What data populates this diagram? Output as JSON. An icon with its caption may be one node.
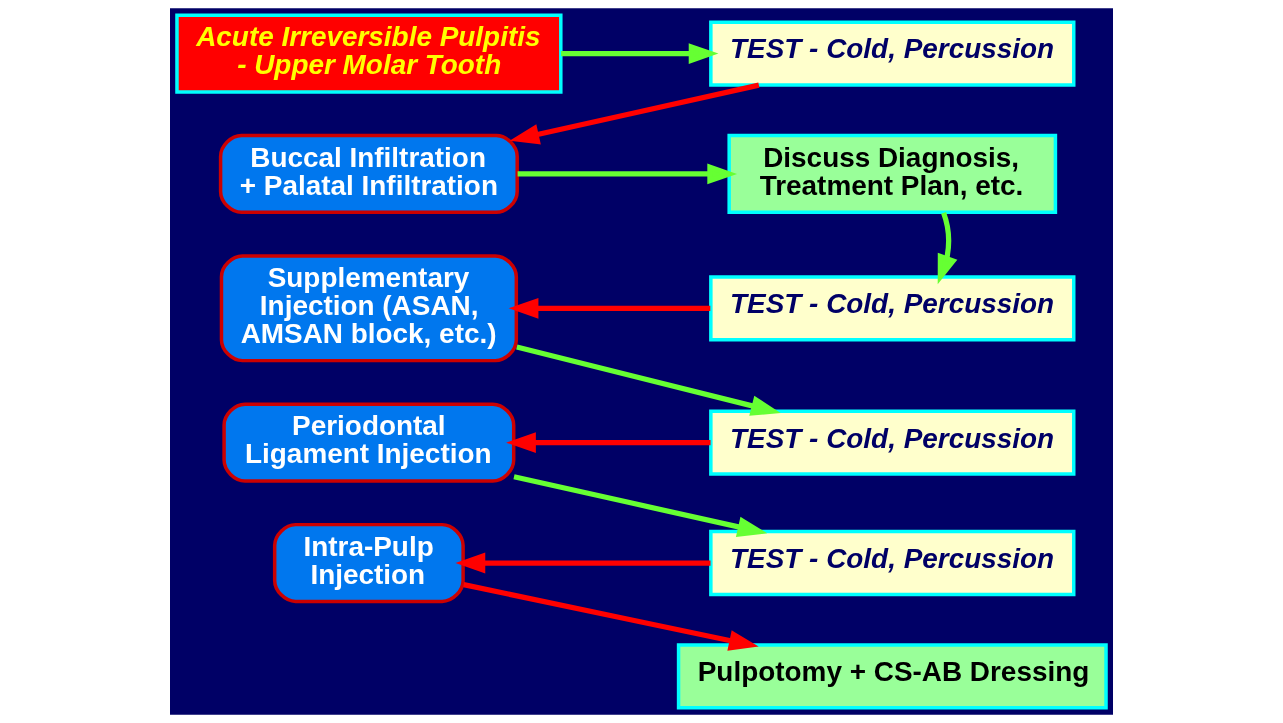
{
  "diagram": {
    "nodes": [
      {
        "text": [
          "Acute Irreversible Pulpitis - Upper Molar Tooth"
        ]
      },
      {
        "text": [
          "TEST - Cold, Percussion"
        ]
      },
      {
        "text": [
          "Buccal Infiltration + Palatal Infiltration"
        ]
      },
      {
        "text": [
          "Discuss Diagnosis, Treatment Plan, etc."
        ]
      },
      {
        "text": [
          "TEST - Cold, Percussion"
        ]
      },
      {
        "text": [
          "Supplementary Injection (ASAN, AMSAN block, etc.)"
        ]
      },
      {
        "text": [
          "TEST - Cold, Percussion"
        ]
      },
      {
        "text": [
          "Periodontal Ligament Injection"
        ]
      },
      {
        "text": [
          "TEST - Cold, Percussion"
        ]
      },
      {
        "text": [
          "Intra-Pulp Injection"
        ]
      },
      {
        "text": [
          "Pulpotomy + CS-AB Dressing"
        ]
      }
    ],
    "edges": [
      {
        "from": 0,
        "to": 1,
        "arrow": "to",
        "color": "#66ff33"
      },
      {
        "from": 1,
        "to": 2,
        "arrow": "to",
        "color": "#ff0000"
      },
      {
        "from": 2,
        "to": 3,
        "arrow": "to",
        "color": "#66ff33"
      },
      {
        "from": 3,
        "to": 4,
        "arrow": "to",
        "color": "#66ff33"
      },
      {
        "from": 4,
        "to": 5,
        "arrow": "to",
        "color": "#ff0000"
      },
      {
        "from": 5,
        "to": 6,
        "arrow": "to",
        "color": "#66ff33"
      },
      {
        "from": 6,
        "to": 7,
        "arrow": "to",
        "color": "#ff0000"
      },
      {
        "from": 7,
        "to": 8,
        "arrow": "to",
        "color": "#66ff33"
      },
      {
        "from": 8,
        "to": 9,
        "arrow": "to",
        "color": "#ff0000"
      },
      {
        "from": 9,
        "to": 10,
        "arrow": "to",
        "color": "#ff0000"
      }
    ]
  }
}
